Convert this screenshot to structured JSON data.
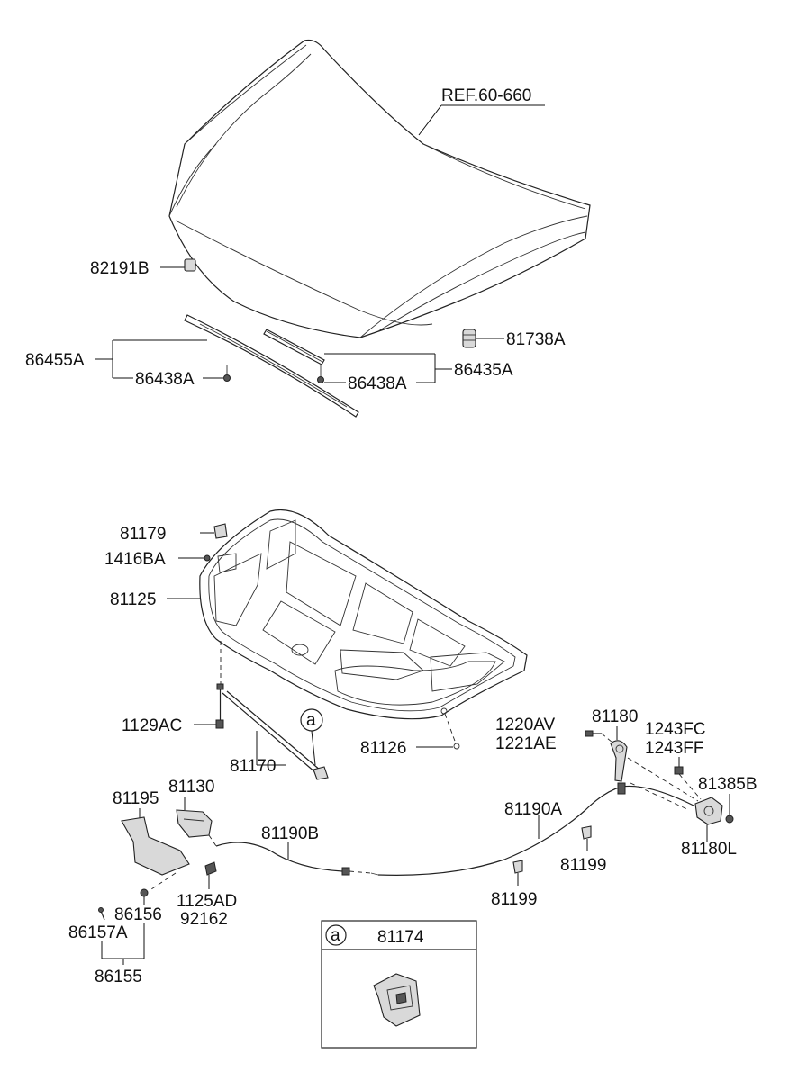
{
  "reference": {
    "text": "REF.60-660"
  },
  "labels": {
    "p82191B": "82191B",
    "p81738A": "81738A",
    "p86455A": "86455A",
    "p86438A_left": "86438A",
    "p86438A_right": "86438A",
    "p86435A": "86435A",
    "p81179": "81179",
    "p1416BA": "1416BA",
    "p81125": "81125",
    "p1129AC": "1129AC",
    "p81170": "81170",
    "p81126": "81126",
    "p1220AV": "1220AV",
    "p1221AE": "1221AE",
    "p81180": "81180",
    "p1243FC": "1243FC",
    "p1243FF": "1243FF",
    "p81385B": "81385B",
    "p81180L": "81180L",
    "p81190A": "81190A",
    "p81199_right": "81199",
    "p81199_mid": "81199",
    "p81195": "81195",
    "p81130": "81130",
    "p81190B": "81190B",
    "p1125AD": "1125AD",
    "p92162": "92162",
    "p86156": "86156",
    "p86157A": "86157A",
    "p86155": "86155"
  },
  "callout": {
    "marker": "a"
  },
  "inset": {
    "marker": "a",
    "part": "81174"
  }
}
